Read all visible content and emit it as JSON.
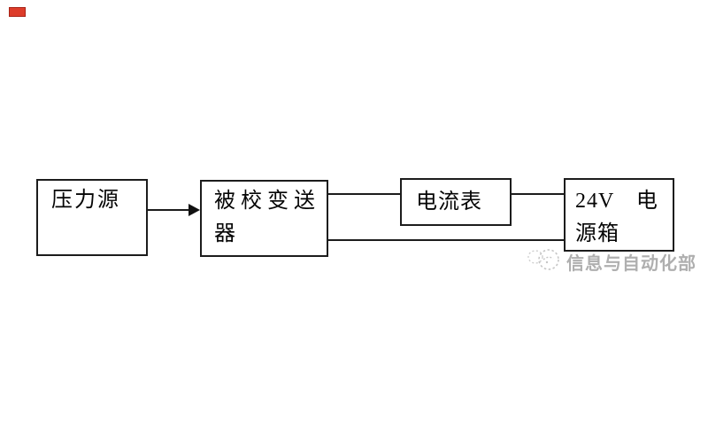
{
  "page": {
    "background_color": "#ffffff",
    "red_corner_marker_color": "#dd3c2a"
  },
  "diagram": {
    "line_color": "#1c1c1c",
    "nodes": [
      {
        "id": "pressure-source",
        "label": "压力源"
      },
      {
        "id": "transmitter-under-calibration",
        "label": "被校变送器"
      },
      {
        "id": "ammeter",
        "label": "电流表"
      },
      {
        "id": "power-box",
        "label": "24V 电源箱",
        "label_line1": "24V　电",
        "label_line2": "源箱"
      }
    ],
    "connections": [
      {
        "from": "pressure-source",
        "to": "transmitter-under-calibration",
        "type": "arrow"
      },
      {
        "from": "transmitter-under-calibration",
        "to": "ammeter",
        "type": "line"
      },
      {
        "from": "ammeter",
        "to": "power-box",
        "type": "line"
      },
      {
        "from": "transmitter-under-calibration",
        "to": "power-box",
        "type": "line"
      }
    ]
  },
  "watermark": {
    "text": "信息与自动化部",
    "color": "#9c9c9c",
    "logo": "dotted-circle-logo"
  }
}
